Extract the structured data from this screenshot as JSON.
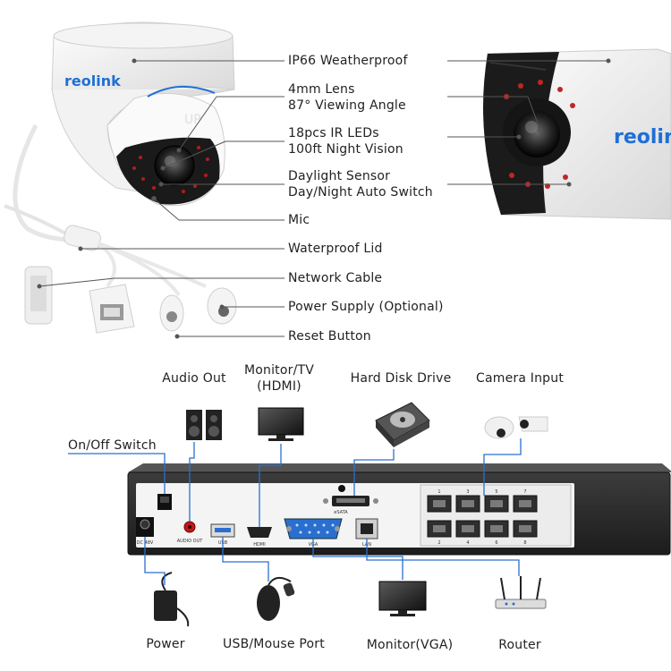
{
  "brand": "reolink",
  "camera_features": [
    "IP66 Weatherproof",
    "4mm Lens\n87° Viewing Angle",
    "18pcs IR LEDs\n100ft Night Vision",
    "Daylight Sensor\nDay/Night Auto Switch",
    "Mic",
    "Waterproof Lid",
    "Network Cable",
    "Power Supply (Optional)",
    "Reset Button"
  ],
  "nvr": {
    "top_labels": {
      "audio_out": "Audio Out",
      "monitor_tv": "Monitor/TV\n(HDMI)",
      "hdd": "Hard Disk Drive",
      "camera_input": "Camera Input"
    },
    "on_off": "On/Off Switch",
    "bottom_labels": {
      "power": "Power",
      "usb": "USB/Mouse Port",
      "vga": "Monitor(VGA)",
      "router": "Router"
    },
    "panel_marks": {
      "esata": "eSATA",
      "audio": "AUDIO\nOUT",
      "usb": "USB",
      "hdmi": "HDMI",
      "vga": "VGA",
      "lan": "LAN",
      "dc": "DC 48V",
      "port_top": [
        "1",
        "3",
        "5",
        "7"
      ],
      "port_bottom": [
        "2",
        "4",
        "6",
        "8"
      ]
    }
  },
  "colors": {
    "brand_blue": "#1e6fd6",
    "connector_blue": "#2a6fd0",
    "nvr_body": "#2b2b2b"
  }
}
